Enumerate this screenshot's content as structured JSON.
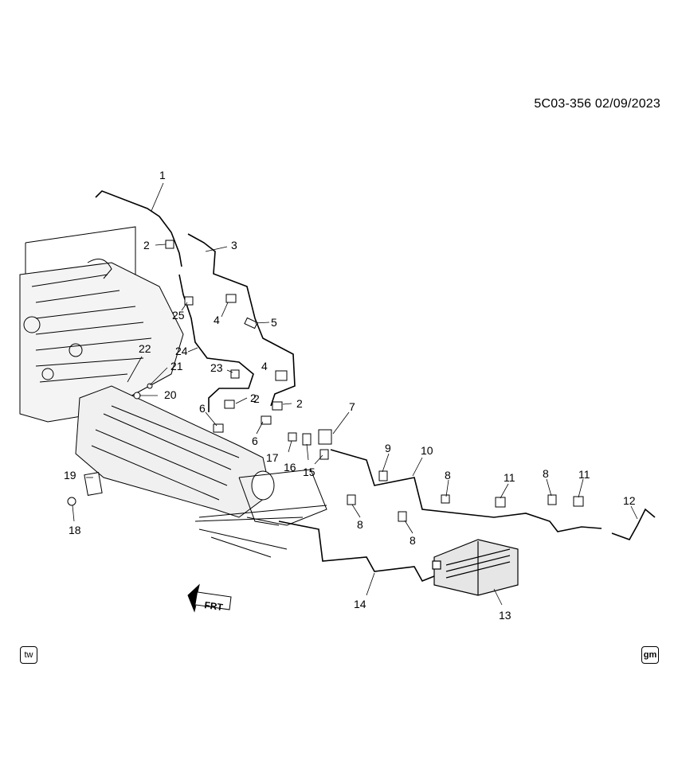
{
  "header": {
    "reference": "5C03-356  02/09/2023"
  },
  "badges": {
    "left": "tw",
    "right": "gm"
  },
  "orientation": {
    "label": "FRT"
  },
  "callouts": [
    "1",
    "2",
    "3",
    "2",
    "25",
    "4",
    "5",
    "24",
    "23",
    "4",
    "22",
    "21",
    "2",
    "20",
    "2",
    "6",
    "7",
    "6",
    "17",
    "16",
    "15",
    "9",
    "10",
    "8",
    "11",
    "8",
    "11",
    "12",
    "19",
    "18",
    "8",
    "8",
    "14",
    "13"
  ]
}
